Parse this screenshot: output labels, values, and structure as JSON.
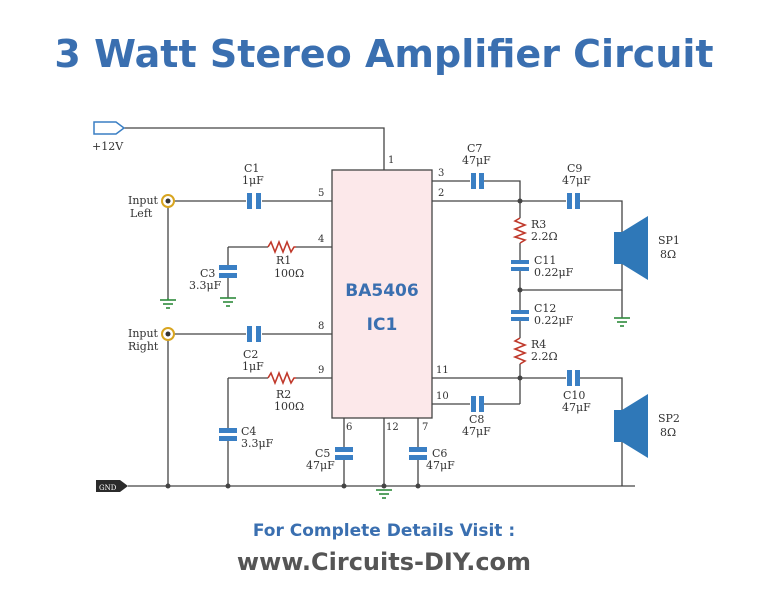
{
  "title": "3 Watt Stereo Amplifier Circuit",
  "footer": {
    "visit_text": "For Complete Details Visit :",
    "website": "www.Circuits-DIY.com"
  },
  "circuit": {
    "ic_name": "BA5406",
    "ic_ref": "IC1",
    "supply_label": "+12V",
    "gnd_label": "GND",
    "input_left": [
      "Input",
      "Left"
    ],
    "input_right": [
      "Input",
      "Right"
    ],
    "pins": [
      "1",
      "2",
      "3",
      "4",
      "5",
      "6",
      "7",
      "8",
      "9",
      "10",
      "11",
      "12"
    ],
    "components": {
      "C1": {
        "ref": "C1",
        "value": "1μF"
      },
      "C2": {
        "ref": "C2",
        "value": "1μF"
      },
      "C3": {
        "ref": "C3",
        "value": "3.3μF"
      },
      "C4": {
        "ref": "C4",
        "value": "3.3μF"
      },
      "C5": {
        "ref": "C5",
        "value": "47μF"
      },
      "C6": {
        "ref": "C6",
        "value": "47μF"
      },
      "C7": {
        "ref": "C7",
        "value": "47μF"
      },
      "C8": {
        "ref": "C8",
        "value": "47μF"
      },
      "C9": {
        "ref": "C9",
        "value": "47μF"
      },
      "C10": {
        "ref": "C10",
        "value": "47μF"
      },
      "C11": {
        "ref": "C11",
        "value": "0.22μF"
      },
      "C12": {
        "ref": "C12",
        "value": "0.22μF"
      },
      "R1": {
        "ref": "R1",
        "value": "100Ω"
      },
      "R2": {
        "ref": "R2",
        "value": "100Ω"
      },
      "R3": {
        "ref": "R3",
        "value": "2.2Ω"
      },
      "R4": {
        "ref": "R4",
        "value": "2.2Ω"
      },
      "SP1": {
        "ref": "SP1",
        "value": "8Ω"
      },
      "SP2": {
        "ref": "SP2",
        "value": "8Ω"
      }
    }
  },
  "colors": {
    "title": "#3a6fb0",
    "wire": "#444444",
    "cap_blue": "#3a7fc4",
    "speaker": "#2f78b8",
    "ground": "#2e8b3c",
    "resistor": "#c0392b",
    "jack": "#d8a520"
  }
}
